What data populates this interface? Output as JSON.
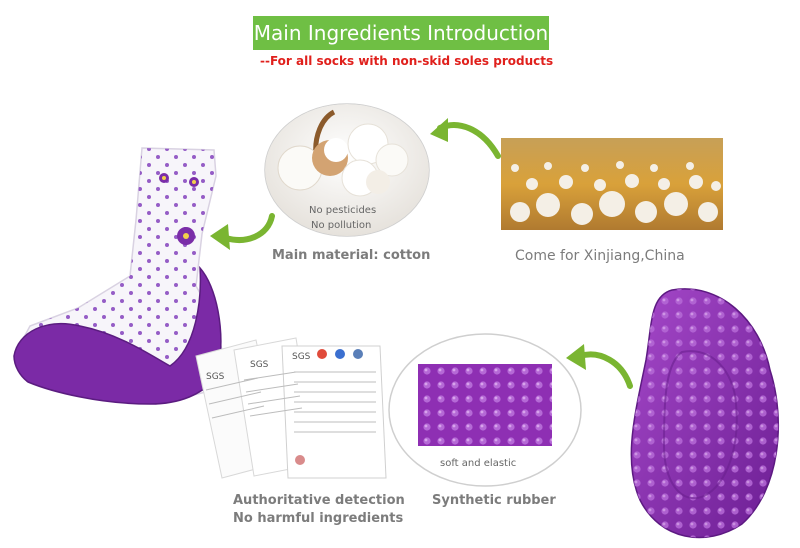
{
  "header": {
    "title": "Main Ingredients Introduction",
    "subtitle": "--For all socks with non-skid soles products"
  },
  "cotton": {
    "note_line1": "No pesticides",
    "note_line2": "No pollution",
    "caption": "Main material: cotton",
    "origin_caption": "Come for Xinjiang,China"
  },
  "rubber": {
    "note": "soft and elastic",
    "caption": "Synthetic rubber"
  },
  "certificates": {
    "brand_label": "SGS",
    "caption_line1": "Authoritative detection",
    "caption_line2": "No harmful ingredients"
  },
  "colors": {
    "banner_green": "#6fbf44",
    "arrow_green": "#7ab531",
    "subtitle_red": "#e0201c",
    "rubber_purple": "#8e2fb3",
    "caption_grey": "#7c7c7c"
  },
  "icons": {
    "arrow": "curved-green-arrow",
    "sock": "sock-illustration",
    "sole": "rubber-sole-illustration"
  }
}
